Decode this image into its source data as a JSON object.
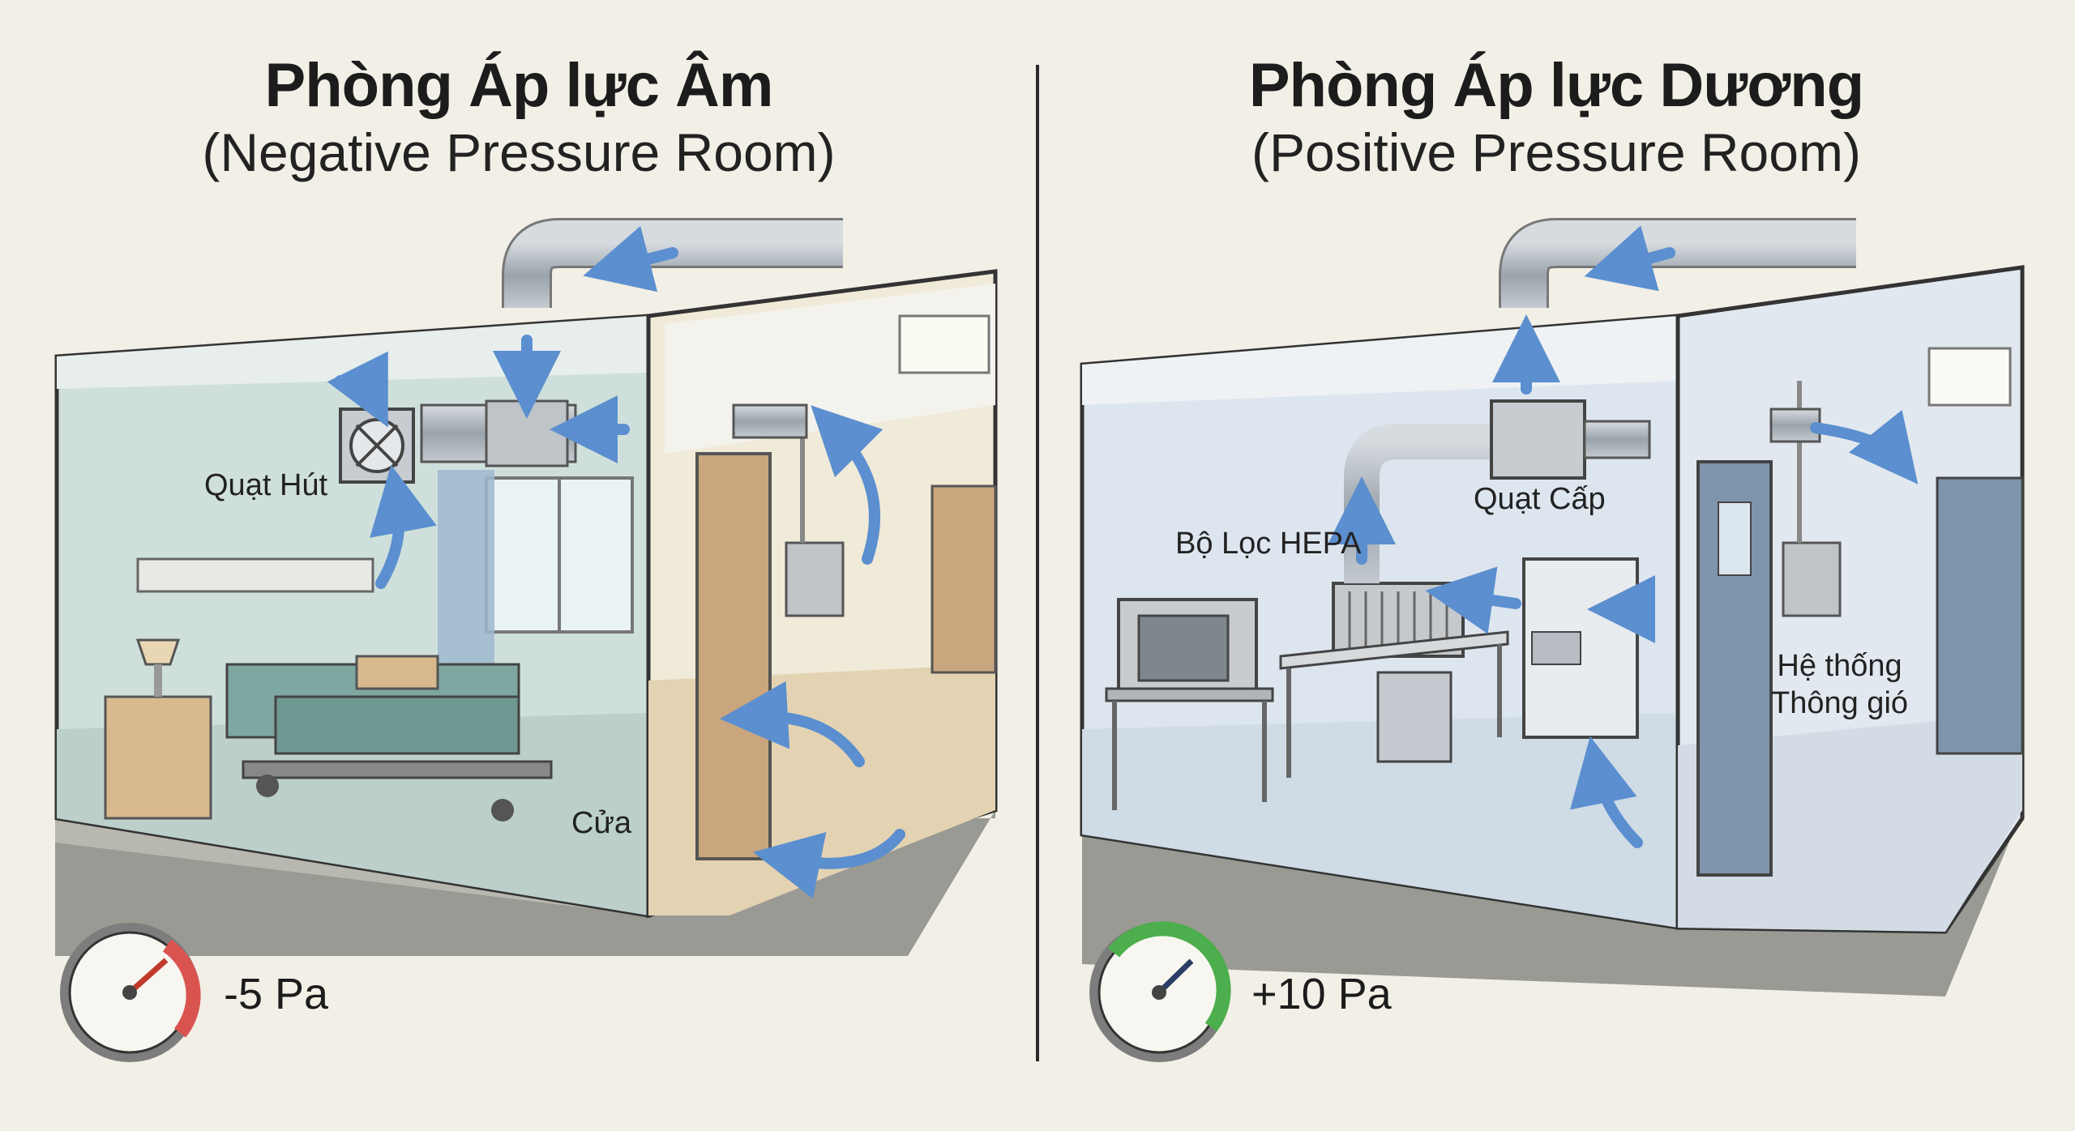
{
  "left_panel": {
    "title": "Phòng Áp lực Âm",
    "subtitle": "(Negative Pressure Room)",
    "labels": {
      "exhaust_fan": "Quạt Hút",
      "door": "Cửa"
    },
    "pressure": "-5 Pa",
    "gauge_color": "#d9534f"
  },
  "right_panel": {
    "title": "Phòng Áp lực Dương",
    "subtitle": "(Positive Pressure Room)",
    "labels": {
      "hepa_filter": "Bộ Lọc HEPA",
      "supply_fan": "Quạt Cấp",
      "ventilation_line1": "Hệ thống",
      "ventilation_line2": "Thông gió"
    },
    "pressure": "+10 Pa",
    "gauge_color": "#4cae4c"
  },
  "colors": {
    "background": "#f2efe6",
    "arrow": "#5b8fcf",
    "room_left": "#d9e8e4",
    "room_right": "#dde6ee"
  }
}
